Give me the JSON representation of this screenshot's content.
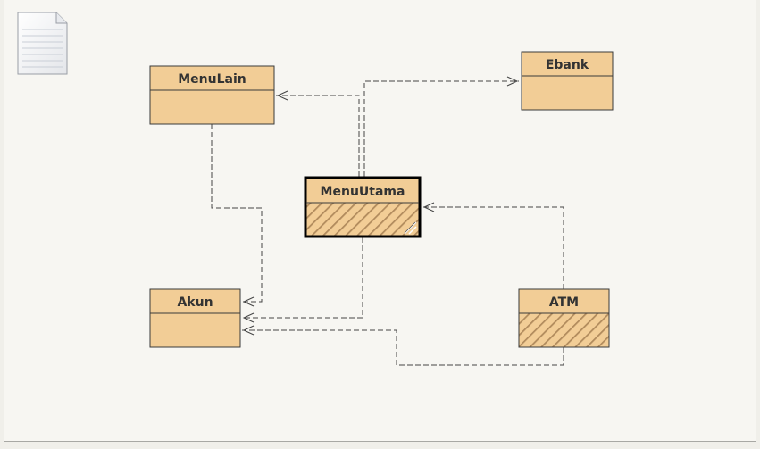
{
  "diagram": {
    "classes": [
      {
        "id": "menulain",
        "name": "MenuLain",
        "selected": false,
        "abstract": false
      },
      {
        "id": "ebank",
        "name": "Ebank",
        "selected": false,
        "abstract": false
      },
      {
        "id": "menuutama",
        "name": "MenuUtama",
        "selected": true,
        "abstract": true
      },
      {
        "id": "akun",
        "name": "Akun",
        "selected": false,
        "abstract": false
      },
      {
        "id": "atm",
        "name": "ATM",
        "selected": false,
        "abstract": true
      }
    ],
    "dependencies": [
      {
        "from": "MenuUtama",
        "to": "MenuLain"
      },
      {
        "from": "MenuUtama",
        "to": "Ebank"
      },
      {
        "from": "MenuLain",
        "to": "Akun"
      },
      {
        "from": "MenuUtama",
        "to": "Akun"
      },
      {
        "from": "ATM",
        "to": "MenuUtama"
      },
      {
        "from": "ATM",
        "to": "Akun"
      }
    ],
    "colors": {
      "class_fill": "#f2cd96",
      "border": "#3a3a3a",
      "connector": "#444444",
      "canvas": "#f7f6f2"
    },
    "icons": {
      "document": "document-icon"
    }
  }
}
